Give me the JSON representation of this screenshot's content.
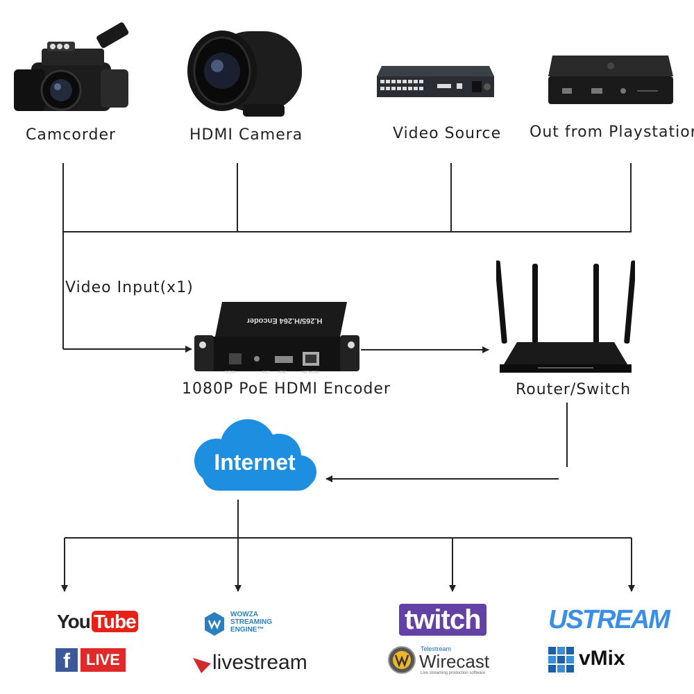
{
  "sources": [
    {
      "id": "camcorder",
      "label": "Camcorder"
    },
    {
      "id": "hdmi_camera",
      "label": "HDMI Camera"
    },
    {
      "id": "video_source",
      "label": "Video Source"
    },
    {
      "id": "playstation",
      "label": "Out from Playstation"
    }
  ],
  "input_label": "Video Input(x1)",
  "encoder": {
    "label": "1080P PoE HDMI Encoder",
    "panel_title": "H.265/H.264 Encoder",
    "port_labels": [
      "DC12V",
      "RST",
      "HDMI",
      "NETWORK"
    ]
  },
  "router": {
    "label": "Router/Switch"
  },
  "cloud": {
    "label": "Internet"
  },
  "platforms": {
    "youtube": {
      "you": "You",
      "tube": "Tube"
    },
    "facebook_live": {
      "f": "f",
      "live": "LIVE"
    },
    "wowza": {
      "line1": "WOWZA",
      "line2": "STREAMING",
      "line3": "ENGINE™"
    },
    "livestream": {
      "text": "livestream"
    },
    "twitch": {
      "text": "twitch"
    },
    "wirecast": {
      "brand": "Telestream",
      "name": "Wirecast",
      "tagline": "Live streaming production software"
    },
    "ustream": {
      "text": "USTREAM"
    },
    "vmix": {
      "text": "vMix"
    }
  },
  "colors": {
    "line": "#222222",
    "cloud": "#1e8fe0",
    "youtube_red": "#e62117",
    "facebook_blue": "#3b5998",
    "live_red": "#e02a2a",
    "wowza_blue": "#2a7fc1",
    "twitch_purple": "#6441a5",
    "ustream_blue": "#3a8ee6",
    "vmix_blue": "#1f5fa8"
  }
}
